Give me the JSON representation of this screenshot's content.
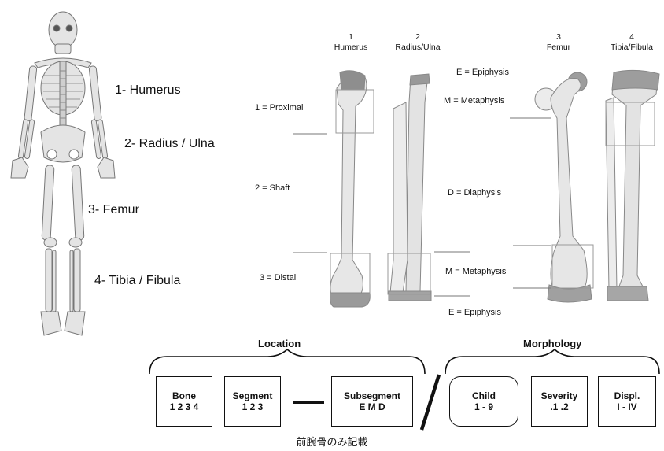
{
  "body_labels": [
    "1- Humerus",
    "2- Radius / Ulna",
    "3- Femur",
    "4- Tibia / Fibula"
  ],
  "bone_headers": [
    {
      "num": "1",
      "name": "Humerus"
    },
    {
      "num": "2",
      "name": "Radius/Ulna"
    },
    {
      "num": "3",
      "name": "Femur"
    },
    {
      "num": "4",
      "name": "Tibia/Fibula"
    }
  ],
  "segments": [
    "1 = Proximal",
    "2 = Shaft",
    "3 = Distal"
  ],
  "zones": [
    "E = Epiphysis",
    "M = Metaphysis",
    "D = Diaphysis",
    "M = Metaphysis",
    "E = Epiphysis"
  ],
  "location_title": "Location",
  "morphology_title": "Morphology",
  "boxes": [
    {
      "title": "Bone",
      "value": "1 2 3 4"
    },
    {
      "title": "Segment",
      "value": "1 2 3"
    },
    {
      "title": "Subsegment",
      "value": "E M D"
    },
    {
      "title": "Child",
      "value": "1 - 9"
    },
    {
      "title": "Severity",
      "value": ".1 .2"
    },
    {
      "title": "Displ.",
      "value": "I - IV"
    }
  ],
  "caption": "前腕骨のみ記載"
}
